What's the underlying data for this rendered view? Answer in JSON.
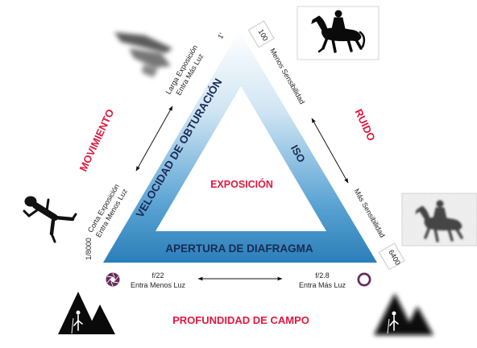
{
  "center_label": "EXPOSICIÓN",
  "sides": {
    "left": "VELOCIDAD DE OBTURACIÓN",
    "right": "ISO",
    "bottom": "APERTURA DE DIAFRAGMA"
  },
  "effects": {
    "motion": "MOVIMIENTO",
    "noise": "RUIDO",
    "depth": "PROFUNDIDAD DE CAMPO"
  },
  "shutter": {
    "slow_value": "1'",
    "slow_line1": "Larga Exposición",
    "slow_line2": "Entra Más Luz",
    "fast_value": "1/8000",
    "fast_line1": "Corta Exposición",
    "fast_line2": "Entra Menos Luz"
  },
  "iso": {
    "low_value": "100",
    "low_label": "Menos Sensibilidad",
    "high_value": "6400",
    "high_label": "Más Sensibilidad"
  },
  "aperture": {
    "small_value": "f/22",
    "small_label": "Entra Menos Luz",
    "wide_value": "f/2.8",
    "wide_label": "Entra Más Luz"
  },
  "colors": {
    "red_accent": "#e3173e",
    "navy_text": "#1a2a55",
    "triangle_top": "#ffffff",
    "triangle_bottom": "#2e86bf"
  },
  "icons": [
    "blurred-bird-icon",
    "runner-icon",
    "horse-rider-icon",
    "noisy-horse-rider-icon",
    "aperture-small-icon",
    "aperture-wide-icon",
    "mountain-hiker-icon",
    "blurred-mountain-hiker-icon"
  ]
}
